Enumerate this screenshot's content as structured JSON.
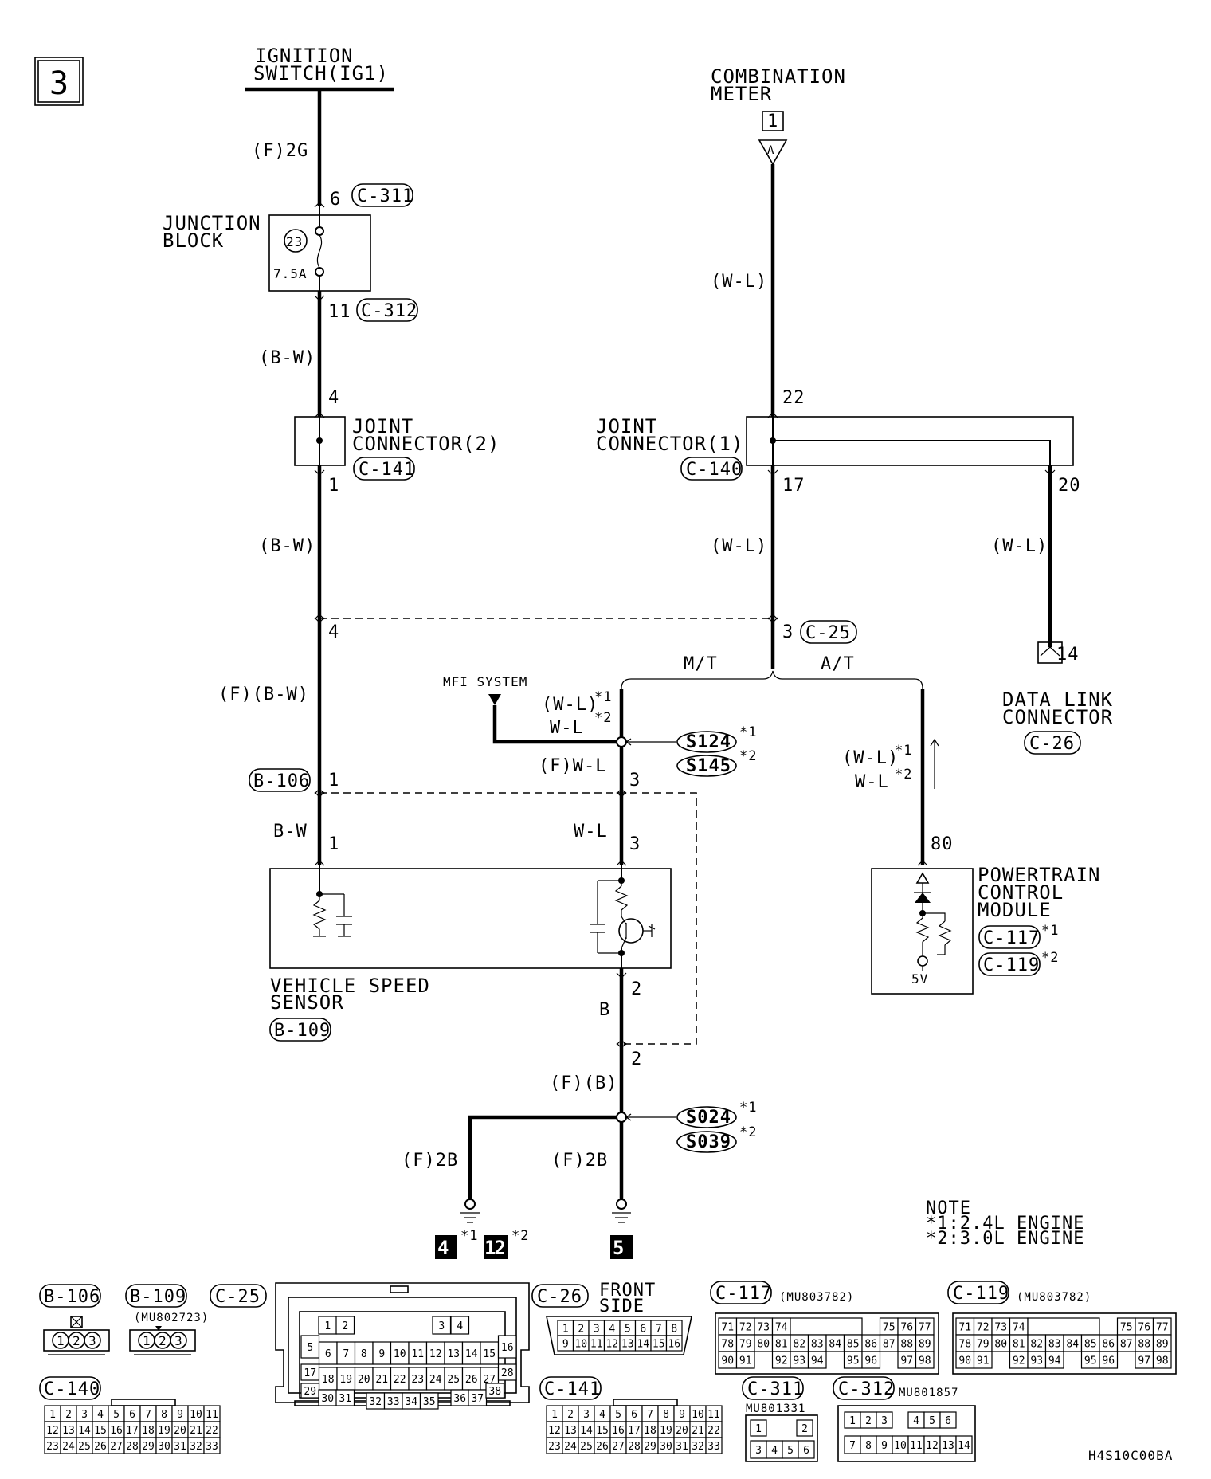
{
  "page": {
    "number": "3",
    "code": "H4S10C00BA"
  },
  "ignition_switch": {
    "line1": "IGNITION",
    "line2": "SWITCH(IG1)"
  },
  "combination_meter": {
    "line1": "COMBINATION",
    "line2": "METER",
    "terminal_box": "1",
    "terminal_tri": "A"
  },
  "junction_block": {
    "line1": "JUNCTION",
    "line2": "BLOCK",
    "fuse_number": "23",
    "fuse_rating": "7.5A"
  },
  "joint_connector_2": {
    "line1": "JOINT",
    "line2": "CONNECTOR(2)",
    "ref": "C-141"
  },
  "joint_connector_1": {
    "line1": "JOINT",
    "line2": "CONNECTOR(1)",
    "ref": "C-140"
  },
  "data_link_connector": {
    "line1": "DATA LINK",
    "line2": "CONNECTOR",
    "ref": "C-26",
    "pin": "14"
  },
  "powertrain_control_module": {
    "line1": "POWERTRAIN",
    "line2": "CONTROL",
    "line3": "MODULE",
    "ref1": "C-117",
    "ref2": "C-119",
    "note1": "*1",
    "note2": "*2",
    "voltage": "5V",
    "pin": "80"
  },
  "vehicle_speed_sensor": {
    "line1": "VEHICLE SPEED",
    "line2": "SENSOR",
    "ref": "B-109"
  },
  "mfi_system": "MFI SYSTEM",
  "wires": {
    "f_2g": "(F)2G",
    "bw1": "(B-W)",
    "bw2": "(B-W)",
    "f_bw": "(F)(B-W)",
    "bw_plain": "B-W",
    "wl_meter": "(W-L)",
    "wl_jc": "(W-L)",
    "wl_dlc": "(W-L)",
    "wl_mfi_1": "(W-L)",
    "wl_mfi_2": "W-L",
    "f_wl": "(F)W-L",
    "wl_plain": "W-L",
    "wl_pcm_1": "(W-L)",
    "wl_pcm_2": "W-L",
    "b_plain": "B",
    "f_b": "(F)(B)",
    "f_2b_left": "(F)2B",
    "f_2b_right": "(F)2B",
    "mt": "M/T",
    "at": "A/T"
  },
  "pins": {
    "p6": "6",
    "p11": "11",
    "p4a": "4",
    "p1a": "1",
    "p4b": "4",
    "p1b": "1",
    "p1c": "1",
    "p22": "22",
    "p17": "17",
    "p20": "20",
    "p3a": "3",
    "p3b": "3",
    "p3c": "3",
    "p2a": "2",
    "p2b": "2"
  },
  "connector_refs": {
    "c311": "C-311",
    "c312": "C-312",
    "c25": "C-25",
    "b106": "B-106"
  },
  "splices": {
    "s124": "S124",
    "s145": "S145",
    "s024": "S024",
    "s039": "S039",
    "star1": "*1",
    "star2": "*2"
  },
  "grounds": {
    "g4": "4",
    "g12": "12",
    "g5": "5",
    "star1": "*1",
    "star2": "*2"
  },
  "note": {
    "title": "NOTE",
    "line1": "*1:2.4L ENGINE",
    "line2": "*2:3.0L ENGINE"
  },
  "connectors": {
    "b106": {
      "ref": "B-106",
      "pins": [
        "1",
        "2",
        "3"
      ]
    },
    "b109": {
      "ref": "B-109",
      "part": "(MU802723)",
      "pins": [
        "1",
        "2",
        "3"
      ]
    },
    "c25": {
      "ref": "C-25",
      "rows": [
        [
          "1",
          "2",
          "3",
          "4"
        ],
        [
          "5",
          "6",
          "7",
          "8",
          "9",
          "10",
          "11",
          "12",
          "13",
          "14",
          "15",
          "16"
        ],
        [
          "17",
          "18",
          "19",
          "20",
          "21",
          "22",
          "23",
          "24",
          "25",
          "26",
          "27",
          "28"
        ],
        [
          "29",
          "30",
          "31",
          "32",
          "33",
          "34",
          "35",
          "36",
          "37",
          "38"
        ]
      ]
    },
    "c26": {
      "ref": "C-26",
      "label1": "FRONT",
      "label2": "SIDE",
      "rows": [
        [
          "1",
          "2",
          "3",
          "4",
          "5",
          "6",
          "7",
          "8"
        ],
        [
          "9",
          "10",
          "11",
          "12",
          "13",
          "14",
          "15",
          "16"
        ]
      ]
    },
    "c117": {
      "ref": "C-117",
      "part": "(MU803782)",
      "rows": [
        [
          "71",
          "72",
          "73",
          "74",
          "",
          "",
          "",
          "",
          "75",
          "76",
          "77"
        ],
        [
          "78",
          "79",
          "80",
          "81",
          "82",
          "83",
          "84",
          "85",
          "86",
          "87",
          "88",
          "89"
        ],
        [
          "90",
          "91",
          "",
          "92",
          "93",
          "94",
          "",
          "95",
          "96",
          "",
          "97",
          "98"
        ]
      ]
    },
    "c119": {
      "ref": "C-119",
      "part": "(MU803782)",
      "rows": [
        [
          "71",
          "72",
          "73",
          "74",
          "",
          "",
          "",
          "",
          "75",
          "76",
          "77"
        ],
        [
          "78",
          "79",
          "80",
          "81",
          "82",
          "83",
          "84",
          "85",
          "86",
          "87",
          "88",
          "89"
        ],
        [
          "90",
          "91",
          "",
          "92",
          "93",
          "94",
          "",
          "95",
          "96",
          "",
          "97",
          "98"
        ]
      ]
    },
    "c140": {
      "ref": "C-140",
      "rows": [
        [
          "1",
          "2",
          "3",
          "4",
          "5",
          "6",
          "7",
          "8",
          "9",
          "10",
          "11"
        ],
        [
          "12",
          "13",
          "14",
          "15",
          "16",
          "17",
          "18",
          "19",
          "20",
          "21",
          "22"
        ],
        [
          "23",
          "24",
          "25",
          "26",
          "27",
          "28",
          "29",
          "30",
          "31",
          "32",
          "33"
        ]
      ]
    },
    "c141": {
      "ref": "C-141",
      "rows": [
        [
          "1",
          "2",
          "3",
          "4",
          "5",
          "6",
          "7",
          "8",
          "9",
          "10",
          "11"
        ],
        [
          "12",
          "13",
          "14",
          "15",
          "16",
          "17",
          "18",
          "19",
          "20",
          "21",
          "22"
        ],
        [
          "23",
          "24",
          "25",
          "26",
          "27",
          "28",
          "29",
          "30",
          "31",
          "32",
          "33"
        ]
      ]
    },
    "c311": {
      "ref": "C-311",
      "part": "MU801331",
      "rows": [
        [
          "1",
          "",
          "2"
        ],
        [
          "3",
          "4",
          "5",
          "6"
        ]
      ]
    },
    "c312": {
      "ref": "C-312",
      "part": "MU801857",
      "rows": [
        [
          "1",
          "2",
          "3",
          "",
          "4",
          "5",
          "6"
        ],
        [
          "7",
          "8",
          "9",
          "10",
          "11",
          "12",
          "13",
          "14"
        ]
      ]
    }
  }
}
